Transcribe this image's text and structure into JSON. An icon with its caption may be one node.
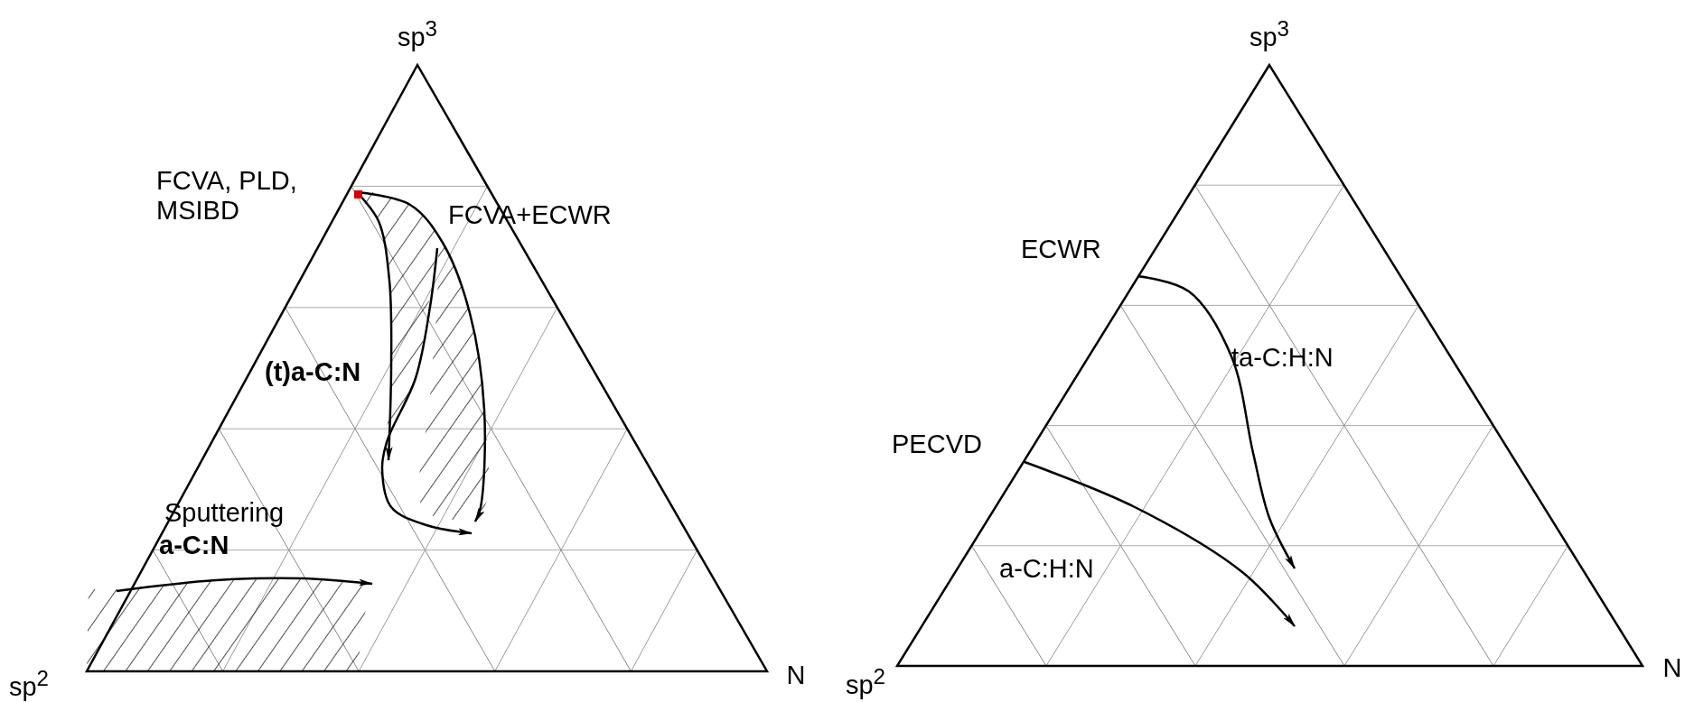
{
  "diagram": {
    "labels": [
      "sp$^{3}$",
      "FCVA, PLD, MSIBD",
      "FCVA+ECWR",
      "(t)a-C:N",
      "Sputtering",
      "a-C:N",
      "sp$^{2}$",
      "N",
      "sp$^{3}$",
      "ECWR",
      "ta-C:H:N",
      "PECVD",
      "a-C:H:N",
      "sp$^{2}$",
      "N"
    ]
  }
}
